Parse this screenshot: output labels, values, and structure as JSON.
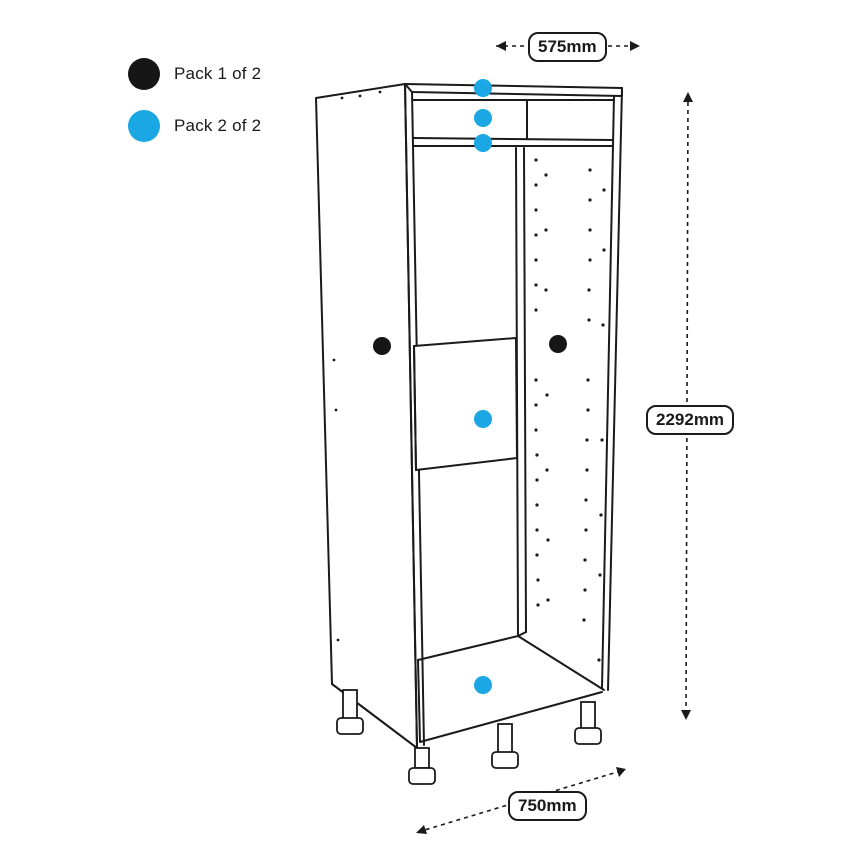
{
  "colors": {
    "pack1": "#161616",
    "pack2": "#1ba7e4",
    "line": "#1a1a1a"
  },
  "legend": [
    {
      "label": "Pack 1 of 2",
      "color": "#161616"
    },
    {
      "label": "Pack 2 of 2",
      "color": "#1ba7e4"
    }
  ],
  "dimensions": {
    "depth": "575mm",
    "height": "2292mm",
    "width": "750mm"
  }
}
